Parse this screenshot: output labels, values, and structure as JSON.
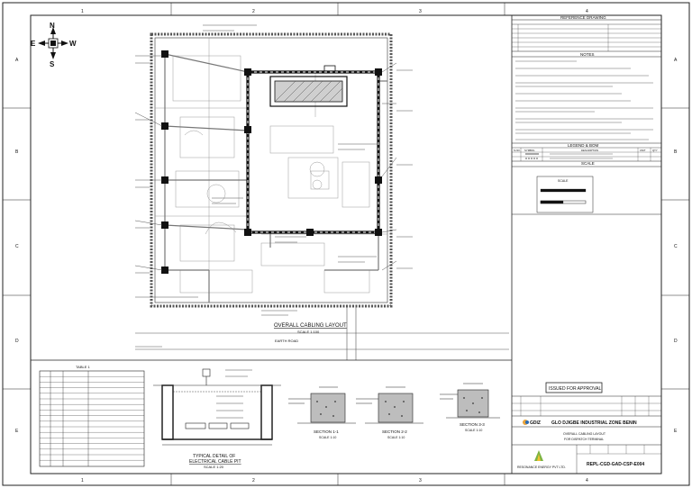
{
  "compass": {
    "north": "N",
    "south": "S",
    "east": "E",
    "west": "W"
  },
  "drawing": {
    "main_title": "OVERALL CABLING LAYOUT",
    "main_scale": "SCALE 1:100",
    "road_label": "EARTH ROAD",
    "trench_detail_title": "TYPICAL DETAIL OF",
    "trench_detail_subtitle": "ELECTRICAL CABLE PIT",
    "trench_detail_scale": "SCALE 1:20",
    "section_1": "SECTION 1-1",
    "section_2": "SECTION 2-2",
    "section_3": "SECTION 3-3",
    "section_scale": "SCALE 1:10",
    "table_title": "TABLE 1"
  },
  "title_block": {
    "reference_heading": "REFERENCE DRAWING",
    "notes_heading": "NOTES",
    "legend_heading": "LEGEND & BOM",
    "legend_cols": [
      "S.NO.",
      "SYMBOL",
      "DESCRIPTION",
      "UNIT",
      "QTY"
    ],
    "scale_heading": "SCALE",
    "scale_bar_label": "SCALE",
    "approval_stamp": "ISSUED FOR APPROVAL",
    "project_name": "GLO DJIGBE INDUSTRIAL ZONE BENIN",
    "drawing_title_1": "OVERALL CABLING LAYOUT",
    "drawing_title_2": "FOR DISPATCH TERMINAL",
    "client_logo": "GDIZ",
    "company_name": "RESONANCE ENERGY PVT LTD.",
    "drawing_number": "REPL-CGD-GAD-CSP-E004"
  },
  "grid": {
    "columns": [
      "1",
      "2",
      "3",
      "4"
    ],
    "rows": [
      "A",
      "B",
      "C",
      "D",
      "E"
    ]
  }
}
